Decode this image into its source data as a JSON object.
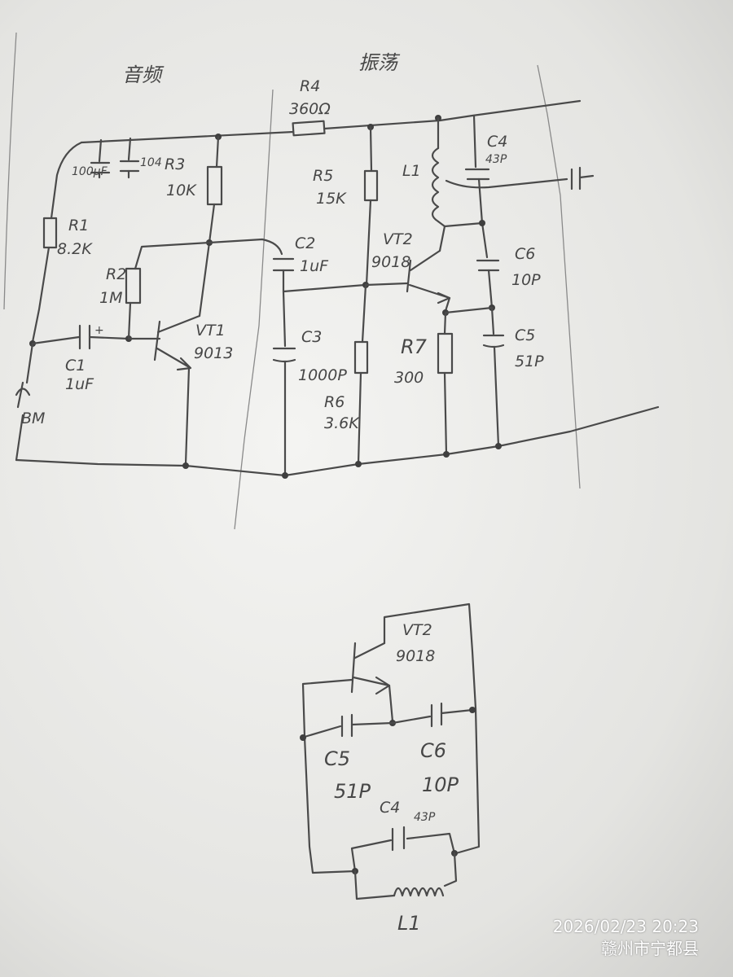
{
  "sections": {
    "left_title": "音频",
    "right_title": "振荡"
  },
  "components": {
    "R4": {
      "name": "R4",
      "value": "360Ω"
    },
    "R1": {
      "name": "R1",
      "value": "8.2K"
    },
    "R2": {
      "name": "R2",
      "value": "1M"
    },
    "R3": {
      "name": "R3",
      "value": "10K"
    },
    "R5": {
      "name": "R5",
      "value": "15K"
    },
    "R6": {
      "name": "R6",
      "value": "3.6K"
    },
    "R7": {
      "name": "R7",
      "value": "300"
    },
    "C_100u": {
      "value": "100μF"
    },
    "C_104": {
      "value": "104"
    },
    "C1": {
      "name": "C1",
      "value": "1uF"
    },
    "C2": {
      "name": "C2",
      "value": "1uF"
    },
    "C3": {
      "name": "C3",
      "value": "1000P"
    },
    "C4": {
      "name": "C4",
      "value": "43P"
    },
    "C5": {
      "name": "C5",
      "value": "51P"
    },
    "C6": {
      "name": "C6",
      "value": "10P"
    },
    "L1": {
      "name": "L1"
    },
    "VT1": {
      "name": "VT1",
      "value": "9013"
    },
    "VT2": {
      "name": "VT2",
      "value": "9018"
    },
    "BM": {
      "name": "BM"
    }
  },
  "sub_diagram": {
    "VT2": {
      "name": "VT2",
      "value": "9018"
    },
    "C5": {
      "name": "C5",
      "value": "51P"
    },
    "C6": {
      "name": "C6",
      "value": "10P"
    },
    "C4": {
      "name": "C4",
      "value": "43P"
    },
    "L1": {
      "name": "L1"
    }
  },
  "photo_stamp": {
    "date": "2026/02/23 20:23",
    "location": "赣州市宁都县"
  }
}
